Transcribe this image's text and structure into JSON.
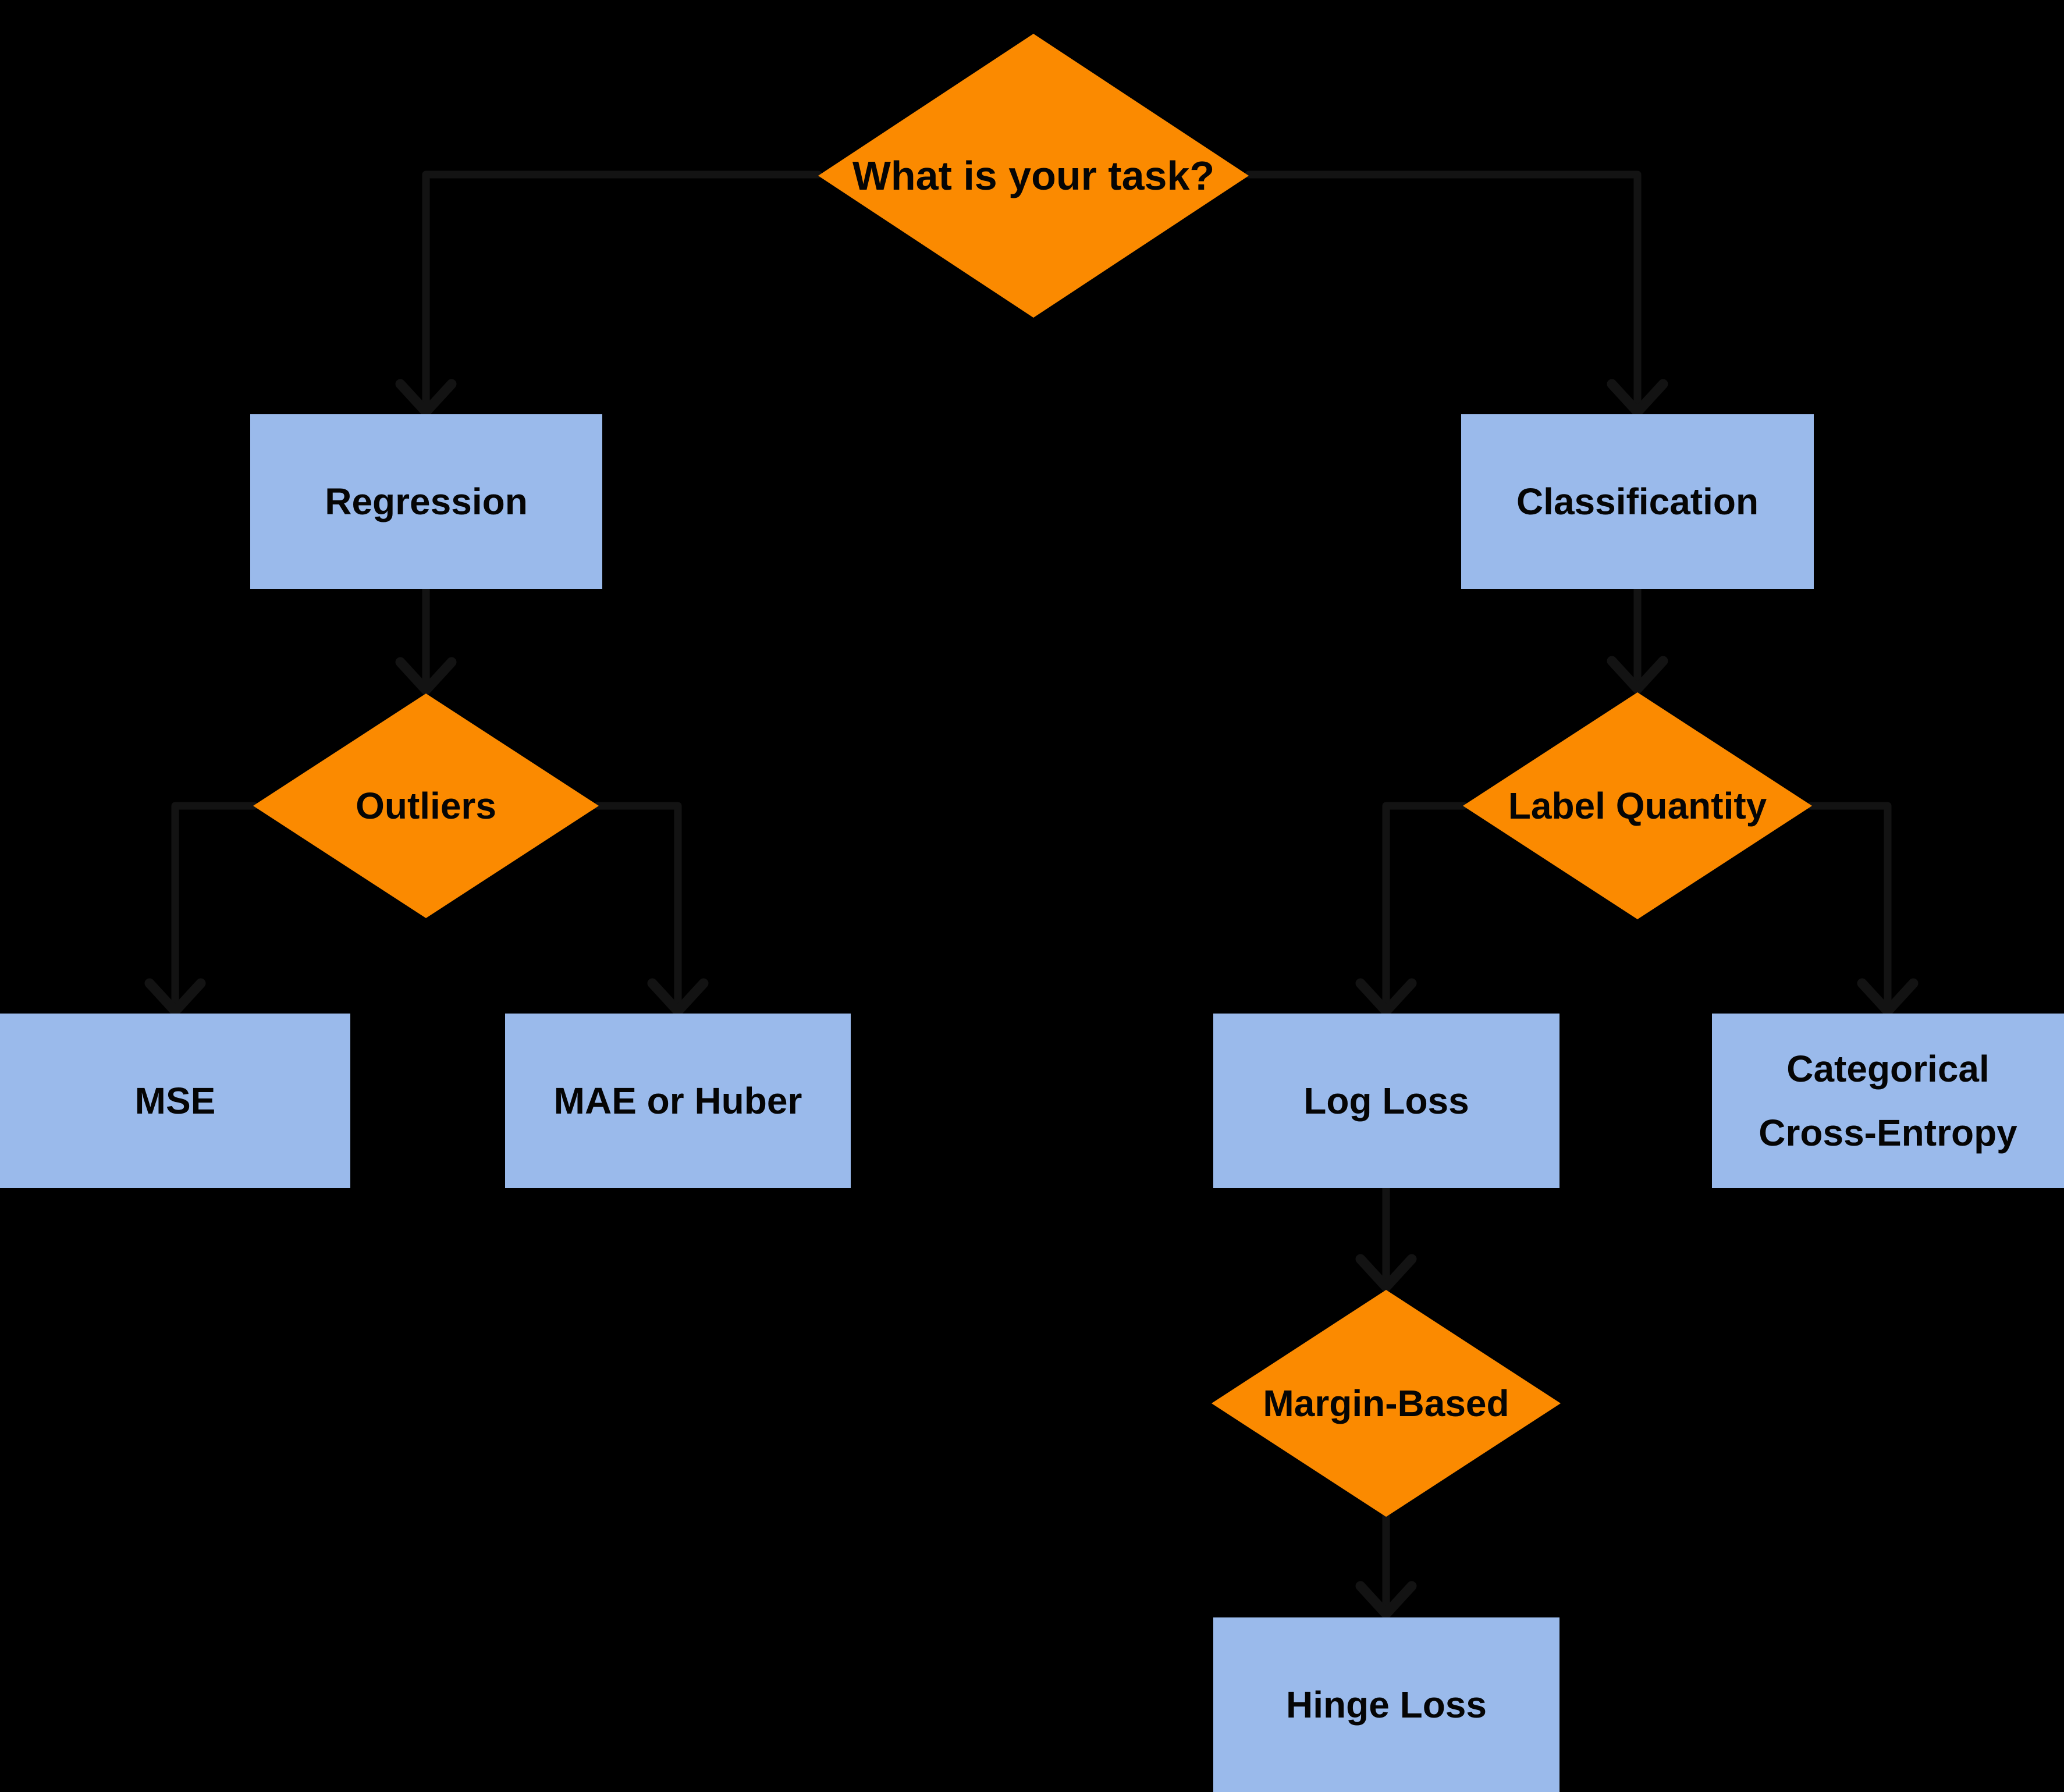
{
  "diagram": {
    "background_color": "#000000",
    "colors": {
      "decision_fill": "#FB8A00",
      "process_fill": "#9ABAEB",
      "connector": "#131313",
      "text": "#050505"
    },
    "nodes": {
      "task": {
        "type": "decision",
        "label": "What is your task?"
      },
      "regression": {
        "type": "process",
        "label": "Regression"
      },
      "classification": {
        "type": "process",
        "label": "Classification"
      },
      "outliers": {
        "type": "decision",
        "label": "Outliers"
      },
      "label_quantity": {
        "type": "decision",
        "label": "Label Quantity"
      },
      "mse": {
        "type": "process",
        "label": "MSE"
      },
      "mae_or_huber": {
        "type": "process",
        "label": "MAE or Huber"
      },
      "log_loss": {
        "type": "process",
        "label": "Log Loss"
      },
      "categorical_cross_entropy": {
        "type": "process",
        "line1": "Categorical",
        "line2": "Cross-Entropy"
      },
      "margin_based": {
        "type": "decision",
        "label": "Margin-Based"
      },
      "hinge_loss": {
        "type": "process",
        "label": "Hinge Loss"
      }
    },
    "edges": [
      {
        "from": "task",
        "to": "regression"
      },
      {
        "from": "task",
        "to": "classification"
      },
      {
        "from": "regression",
        "to": "outliers"
      },
      {
        "from": "classification",
        "to": "label_quantity"
      },
      {
        "from": "outliers",
        "to": "mse"
      },
      {
        "from": "outliers",
        "to": "mae_or_huber"
      },
      {
        "from": "label_quantity",
        "to": "log_loss"
      },
      {
        "from": "label_quantity",
        "to": "categorical_cross_entropy"
      },
      {
        "from": "log_loss",
        "to": "margin_based"
      },
      {
        "from": "margin_based",
        "to": "hinge_loss"
      }
    ]
  }
}
